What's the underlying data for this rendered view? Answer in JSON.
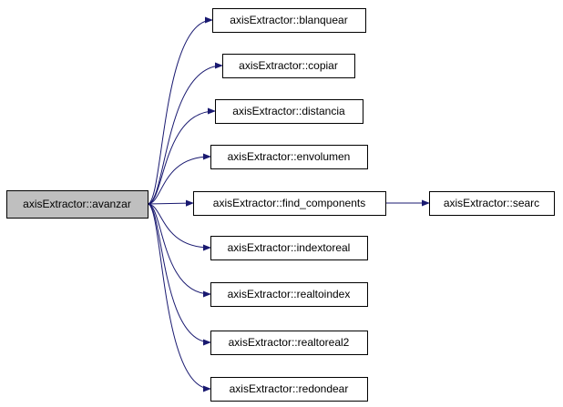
{
  "graph": {
    "colors": {
      "edge": "#191970",
      "node_fill": "#ffffff",
      "root_fill": "#bfbfbf",
      "border": "#000000"
    },
    "root": {
      "id": "avanzar",
      "label": "axisExtractor::avanzar"
    },
    "nodes": [
      {
        "id": "blanquear",
        "label": "axisExtractor::blanquear"
      },
      {
        "id": "copiar",
        "label": "axisExtractor::copiar"
      },
      {
        "id": "distancia",
        "label": "axisExtractor::distancia"
      },
      {
        "id": "envolumen",
        "label": "axisExtractor::envolumen"
      },
      {
        "id": "find_components",
        "label": "axisExtractor::find_components"
      },
      {
        "id": "searc",
        "label": "axisExtractor::searc"
      },
      {
        "id": "indextoreal",
        "label": "axisExtractor::indextoreal"
      },
      {
        "id": "realtoindex",
        "label": "axisExtractor::realtoindex"
      },
      {
        "id": "realtoreal2",
        "label": "axisExtractor::realtoreal2"
      },
      {
        "id": "redondear",
        "label": "axisExtractor::redondear"
      }
    ],
    "edges": [
      {
        "from": "avanzar",
        "to": "blanquear"
      },
      {
        "from": "avanzar",
        "to": "copiar"
      },
      {
        "from": "avanzar",
        "to": "distancia"
      },
      {
        "from": "avanzar",
        "to": "envolumen"
      },
      {
        "from": "avanzar",
        "to": "find_components"
      },
      {
        "from": "find_components",
        "to": "searc"
      },
      {
        "from": "avanzar",
        "to": "indextoreal"
      },
      {
        "from": "avanzar",
        "to": "realtoindex"
      },
      {
        "from": "avanzar",
        "to": "realtoreal2"
      },
      {
        "from": "avanzar",
        "to": "redondear"
      }
    ]
  }
}
